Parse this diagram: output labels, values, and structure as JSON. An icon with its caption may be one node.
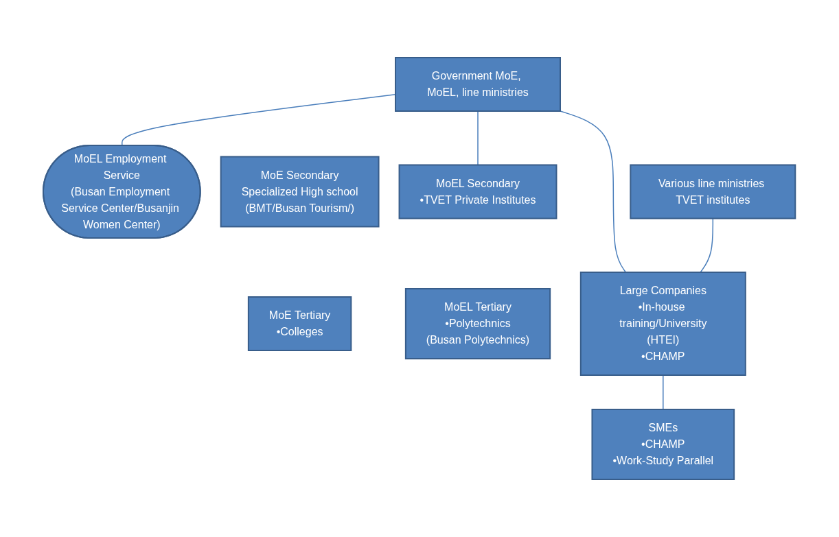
{
  "diagram": {
    "nodes": [
      {
        "text": [
          "Government MoE, MoEL, line ministries"
        ]
      },
      {
        "text": [
          "MoEL Employment Service",
          "(Busan Employment Service Center/Busanjin Women Center)"
        ]
      },
      {
        "text": [
          "MoE Secondary",
          "Specialized High school",
          "(BMT/Busan Tourism/)"
        ]
      },
      {
        "text": [
          "MoEL Secondary",
          "•TVET Private Institutes"
        ]
      },
      {
        "text": [
          "MoE Tertiary",
          "•Colleges"
        ]
      },
      {
        "text": [
          "MoEL Tertiary",
          "•Polytechnics",
          "(Busan Polytechnics)"
        ]
      },
      {
        "text": [
          "Various line ministries TVET institutes"
        ]
      },
      {
        "text": [
          "Large Companies",
          "•In-house training/University",
          "(HTEI)",
          "•CHAMP"
        ]
      },
      {
        "text": [
          "SMEs",
          "•CHAMP",
          "•Work-Study Parallel"
        ]
      }
    ],
    "edges": [
      {
        "from": 0,
        "to": 1,
        "arrow": "none"
      },
      {
        "from": 0,
        "to": 3,
        "arrow": "none"
      },
      {
        "from": 0,
        "to": 7,
        "arrow": "none"
      },
      {
        "from": 6,
        "to": 7,
        "arrow": "none"
      },
      {
        "from": 7,
        "to": 8,
        "arrow": "none"
      }
    ]
  }
}
